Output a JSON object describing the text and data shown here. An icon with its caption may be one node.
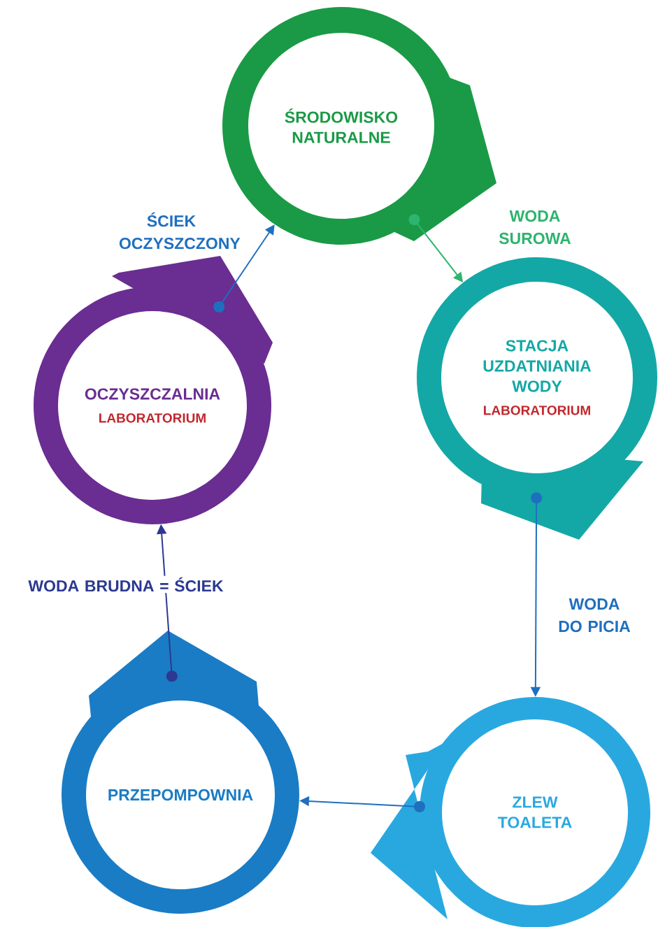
{
  "diagram": {
    "nodes": [
      {
        "text": [
          "ŚRODOWISKO NATURALNE"
        ]
      },
      {
        "text": [
          "OCZYSZCZALNIA",
          "LABORATORIUM"
        ]
      },
      {
        "text": [
          "STACJA UZDATNIANIA WODY",
          "LABORATORIUM"
        ]
      },
      {
        "text": [
          "PRZEPOMPOWNIA"
        ]
      },
      {
        "text": [
          "ZLEW TOALETA"
        ]
      }
    ],
    "edges": [
      {
        "from": 0,
        "to": 2,
        "arrow": "to",
        "label": "WODA SUROWA",
        "color": "#2db46e"
      },
      {
        "from": 2,
        "to": 4,
        "arrow": "to",
        "label": "WODA DO PICIA",
        "color": "#1f6fbf"
      },
      {
        "from": 4,
        "to": 3,
        "arrow": "to",
        "color": "#1f6fbf"
      },
      {
        "from": 3,
        "to": 1,
        "arrow": "to",
        "label": "WODA BRUDNA = ŚCIEK",
        "color": "#2b3990"
      },
      {
        "from": 1,
        "to": 0,
        "arrow": "to",
        "label": "ŚCIEK OCZYSZCZONY",
        "color": "#1f6fbf"
      }
    ]
  }
}
